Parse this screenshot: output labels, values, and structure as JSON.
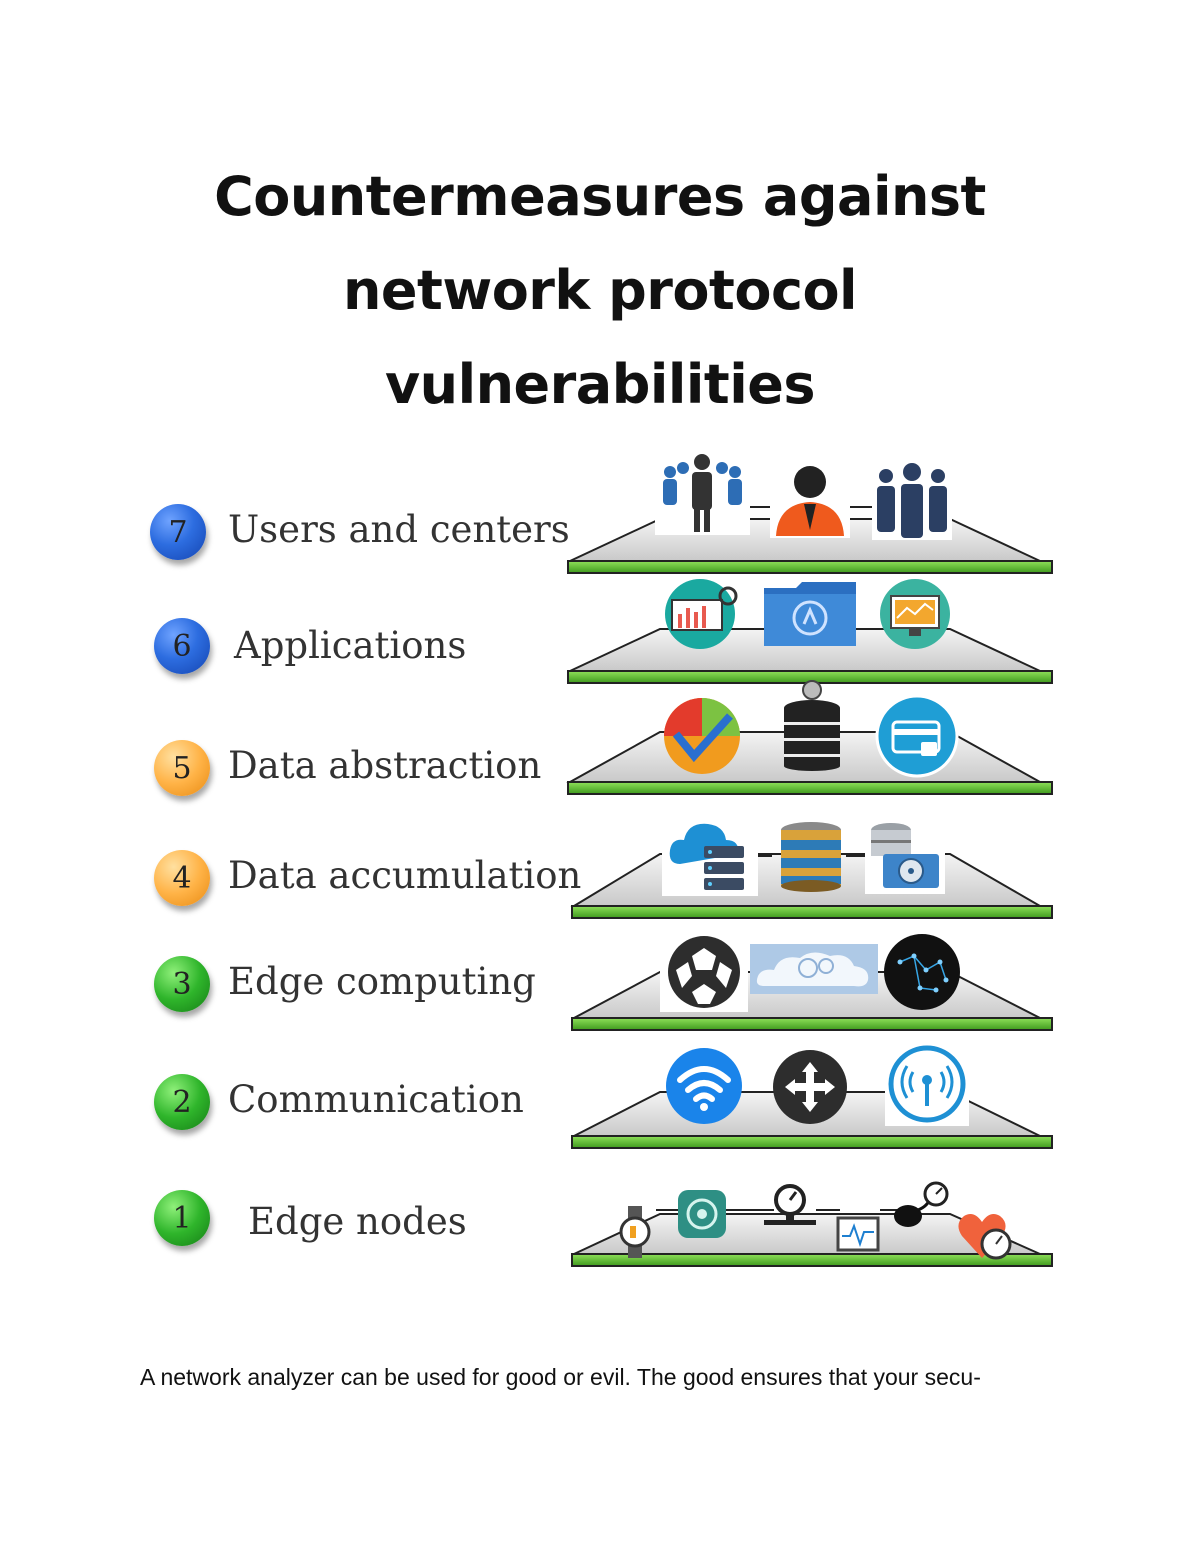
{
  "title": {
    "line1": "Countermeasures against",
    "line2": "network protocol",
    "line3": "vulnerabilities"
  },
  "layers": [
    {
      "number": "7",
      "label": "Users and centers",
      "color": "blue"
    },
    {
      "number": "6",
      "label": "Applications",
      "color": "blue"
    },
    {
      "number": "5",
      "label": "Data abstraction",
      "color": "orange"
    },
    {
      "number": "4",
      "label": "Data accumulation",
      "color": "orange"
    },
    {
      "number": "3",
      "label": "Edge computing",
      "color": "green"
    },
    {
      "number": "2",
      "label": "Communication",
      "color": "green"
    },
    {
      "number": "1",
      "label": "Edge nodes",
      "color": "green"
    }
  ],
  "icons": {
    "layer7": [
      "user-group-icon",
      "user-icon",
      "team-icon"
    ],
    "layer6": [
      "analytics-icon",
      "app-folder-icon",
      "monitor-icon"
    ],
    "layer5": [
      "chart-check-icon",
      "database-icon",
      "secure-card-icon"
    ],
    "layer4": [
      "cloud-server-icon",
      "database-stack-icon",
      "storage-icon"
    ],
    "layer3": [
      "network-sphere-icon",
      "cloud-icon",
      "constellation-icon"
    ],
    "layer2": [
      "wifi-icon",
      "router-icon",
      "broadcast-icon"
    ],
    "layer1": [
      "watch-icon",
      "sensor-icon",
      "gauge-icon",
      "ecg-icon",
      "pressure-icon",
      "heart-rate-icon"
    ]
  },
  "colors": {
    "shelf_edge": "#5cb82e",
    "blue": "#2d6de0",
    "orange": "#ffb347",
    "green": "#2fb52b"
  },
  "footer": {
    "text": "A network analyzer can be used for good or evil. The good ensures that your secu-"
  }
}
